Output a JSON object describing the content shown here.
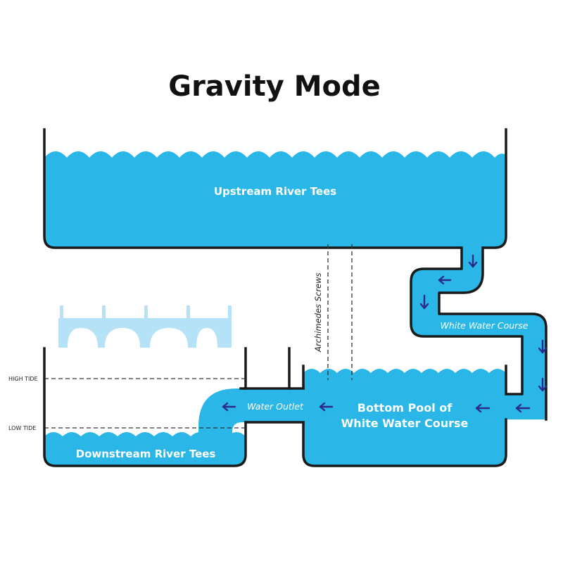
{
  "title": "Gravity Mode",
  "labels": {
    "upstream": "Upstream River Tees",
    "archimedes": "Archimedes Screws",
    "white_water_course": "White Water Course",
    "water_outlet": "Water Outlet",
    "bottom_pool_line1": "Bottom Pool of",
    "bottom_pool_line2": "White Water Course",
    "downstream": "Downstream River Tees",
    "high_tide": "HIGH TIDE",
    "low_tide": "LOW TIDE"
  },
  "colors": {
    "water": "#2ab6e6",
    "bridge": "#b5e2f6",
    "wall": "#1a1a1a",
    "arrow": "#2b2a8c"
  }
}
